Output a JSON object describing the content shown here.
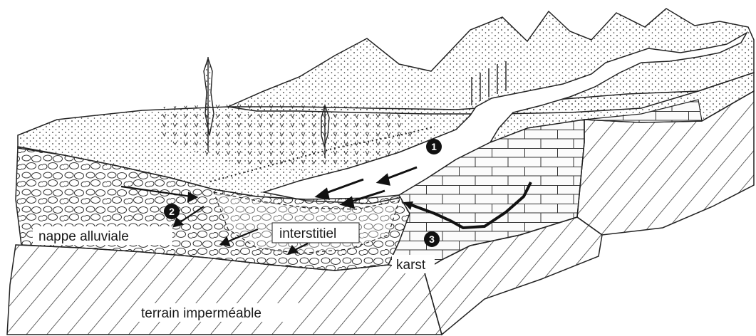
{
  "labels": {
    "alluvial": "nappe alluviale",
    "interstitial": "interstitiel",
    "karst": "karst",
    "impermeable": "terrain imperméable"
  },
  "markers": [
    "1",
    "2",
    "3"
  ]
}
